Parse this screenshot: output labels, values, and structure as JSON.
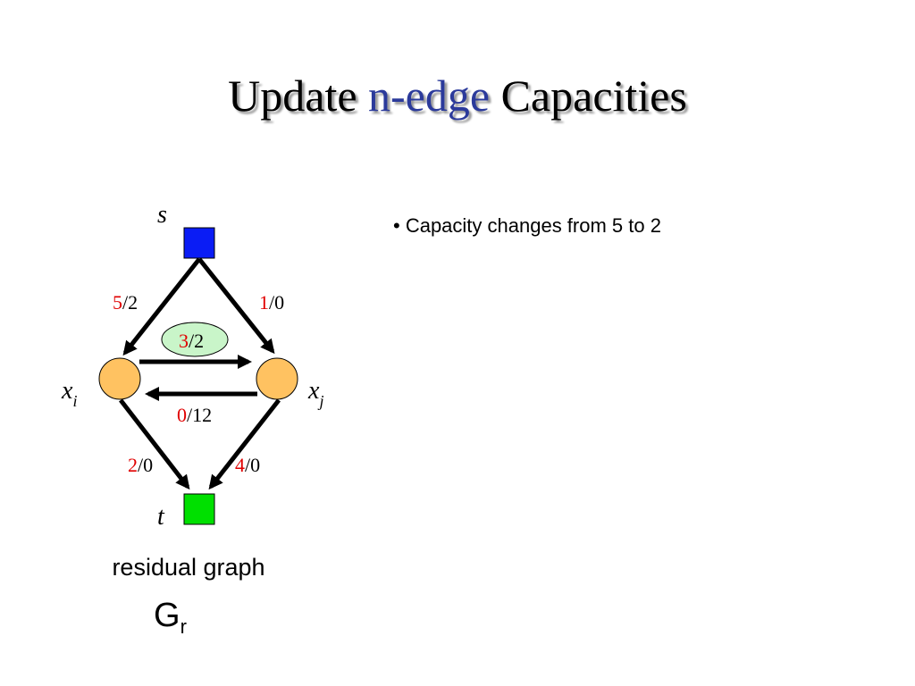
{
  "title": {
    "before": "Update ",
    "highlight": "n-edge",
    "after": " Capacities"
  },
  "bullet": "• Capacity changes from 5 to 2",
  "graph": {
    "nodes": {
      "s": {
        "label": "s",
        "shape": "square",
        "color": "#0a1cf5"
      },
      "t": {
        "label": "t",
        "shape": "square",
        "color": "#00e000"
      },
      "xi": {
        "label": "x",
        "sub": "i",
        "shape": "circle",
        "color": "#ffc261"
      },
      "xj": {
        "label": "x",
        "sub": "j",
        "shape": "circle",
        "color": "#ffc261"
      }
    },
    "edges": {
      "s_xi": {
        "cap": "5",
        "rest": "/2"
      },
      "s_xj": {
        "cap": "1",
        "rest": "/0"
      },
      "xi_xj": {
        "cap": "3",
        "rest": "/2",
        "highlight_color": "#c9f5c9"
      },
      "xj_xi": {
        "cap": "0",
        "rest": "/12"
      },
      "xi_t": {
        "cap": "2",
        "rest": "/0"
      },
      "xj_t": {
        "cap": "4",
        "rest": "/0"
      }
    }
  },
  "caption": "residual graph",
  "graph_name": {
    "main": "G",
    "sub": "r"
  },
  "colors": {
    "accent": "#2b3a9b",
    "capacity_red": "#e00000"
  }
}
